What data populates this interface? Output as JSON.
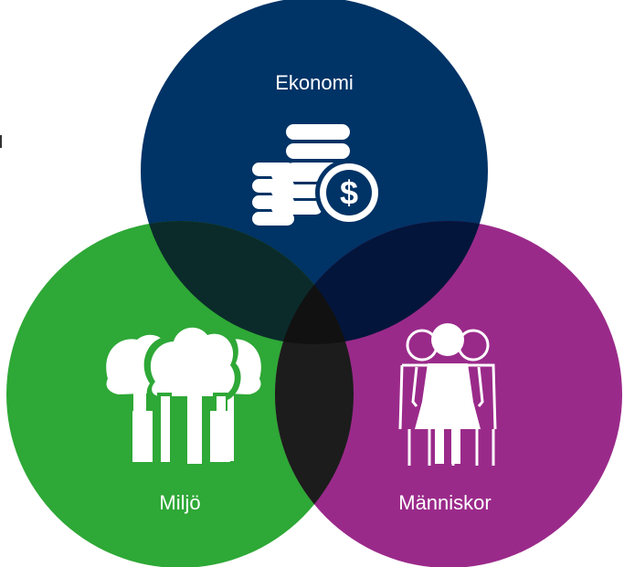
{
  "circles": {
    "top": {
      "label": "Ekonomi",
      "color": "#003366",
      "icon": "coins-dollar-icon"
    },
    "left": {
      "label": "Miljö",
      "color": "#2ea836",
      "icon": "trees-icon"
    },
    "right": {
      "label": "Människor",
      "color": "#9a2a8a",
      "icon": "people-icon"
    }
  },
  "overlap_colors": {
    "top_left": "#0b2b2a",
    "top_right": "#03153a",
    "left_right": "#1c1c1c",
    "center": "#111111"
  }
}
